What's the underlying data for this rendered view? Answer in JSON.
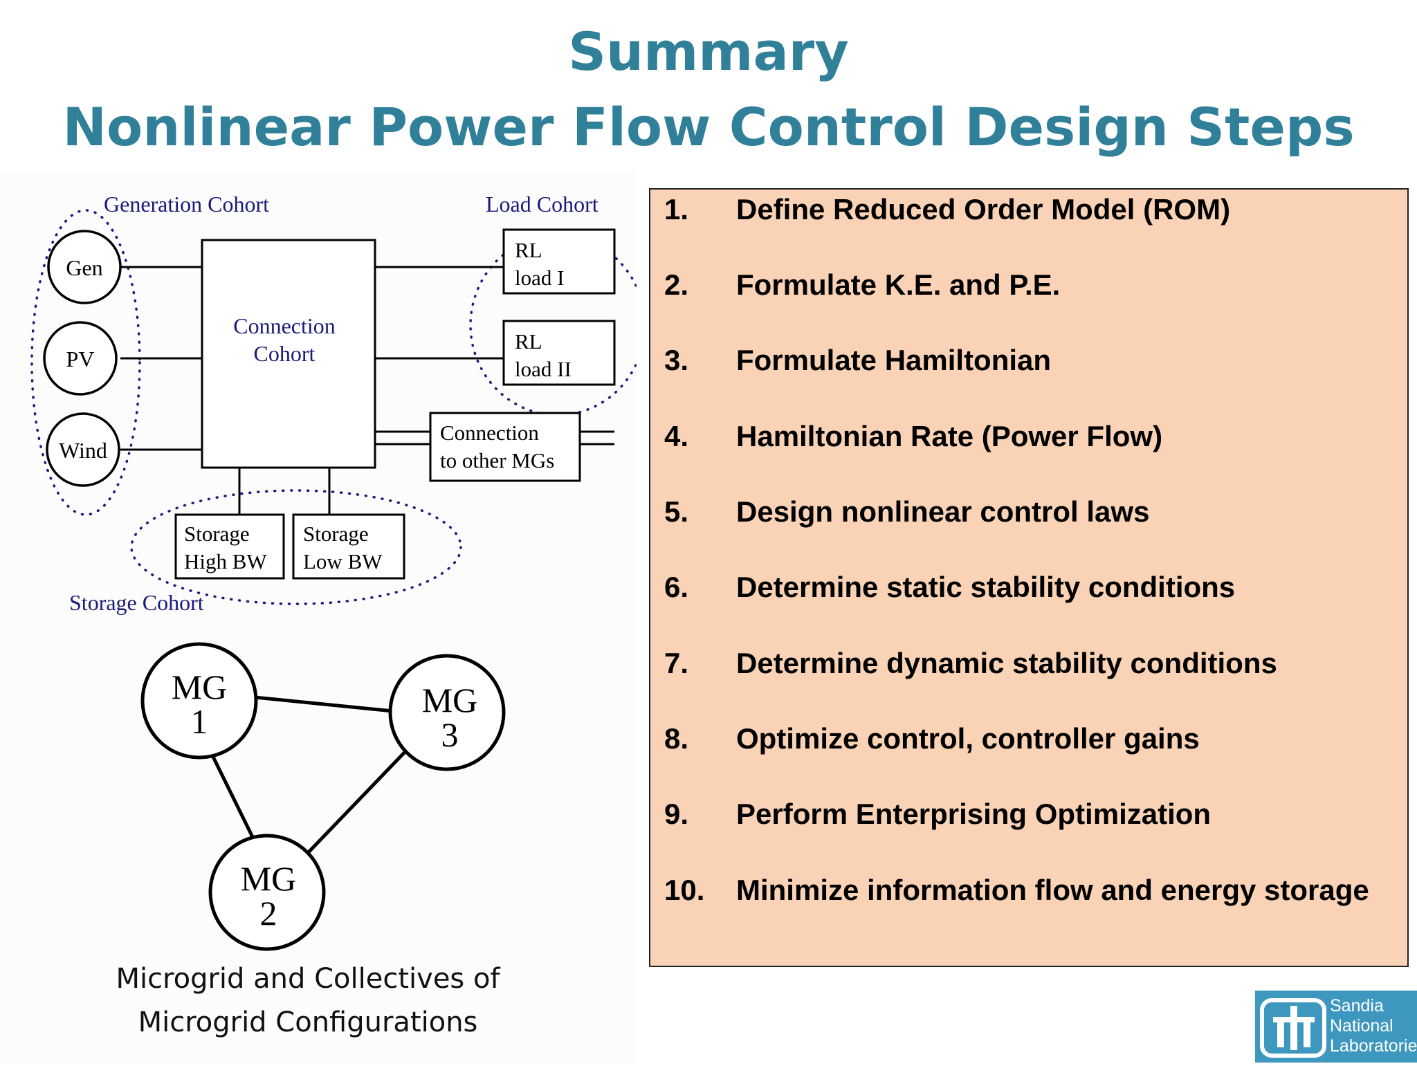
{
  "title": {
    "line1": "Summary",
    "line2": "Nonlinear Power Flow Control Design Steps"
  },
  "diagram": {
    "generation_cohort_label": "Generation Cohort",
    "load_cohort_label": "Load Cohort",
    "storage_cohort_label": "Storage Cohort",
    "sources": [
      "Gen",
      "PV",
      "Wind"
    ],
    "connection_cohort": [
      "Connection",
      "Cohort"
    ],
    "loads": [
      {
        "line1": "RL",
        "line2": "load I"
      },
      {
        "line1": "RL",
        "line2": "load II"
      }
    ],
    "other_connection": {
      "line1": "Connection",
      "line2": "to other MGs"
    },
    "storage": [
      {
        "line1": "Storage",
        "line2": "High BW"
      },
      {
        "line1": "Storage",
        "line2": "Low BW"
      }
    ],
    "microgrids": [
      {
        "line1": "MG",
        "line2": "1"
      },
      {
        "line1": "MG",
        "line2": "2"
      },
      {
        "line1": "MG",
        "line2": "3"
      }
    ],
    "caption_line1": "Microgrid and Collectives of",
    "caption_line2": "Microgrid Configurations"
  },
  "steps": [
    {
      "num": "1.",
      "text": "Define Reduced Order Model (ROM)"
    },
    {
      "num": "2.",
      "text": "Formulate K.E. and P.E."
    },
    {
      "num": "3.",
      "text": "Formulate Hamiltonian"
    },
    {
      "num": "4.",
      "text": "Hamiltonian Rate (Power Flow)"
    },
    {
      "num": "5.",
      "text": "Design nonlinear control laws"
    },
    {
      "num": "6.",
      "text": "Determine static stability conditions"
    },
    {
      "num": "7.",
      "text": "Determine dynamic stability conditions"
    },
    {
      "num": "8.",
      "text": "Optimize control, controller gains"
    },
    {
      "num": "9.",
      "text": "Perform Enterprising Optimization"
    },
    {
      "num": "10.",
      "text": "Minimize information flow and energy storage"
    }
  ],
  "logo": {
    "line1": "Sandia",
    "line2": "National",
    "line3": "Laboratories"
  },
  "colors": {
    "title": "#31809a",
    "steps_background": "#fad3b6",
    "cohort_labels": "#1a1a7a",
    "logo_background": "#3d97bf"
  }
}
